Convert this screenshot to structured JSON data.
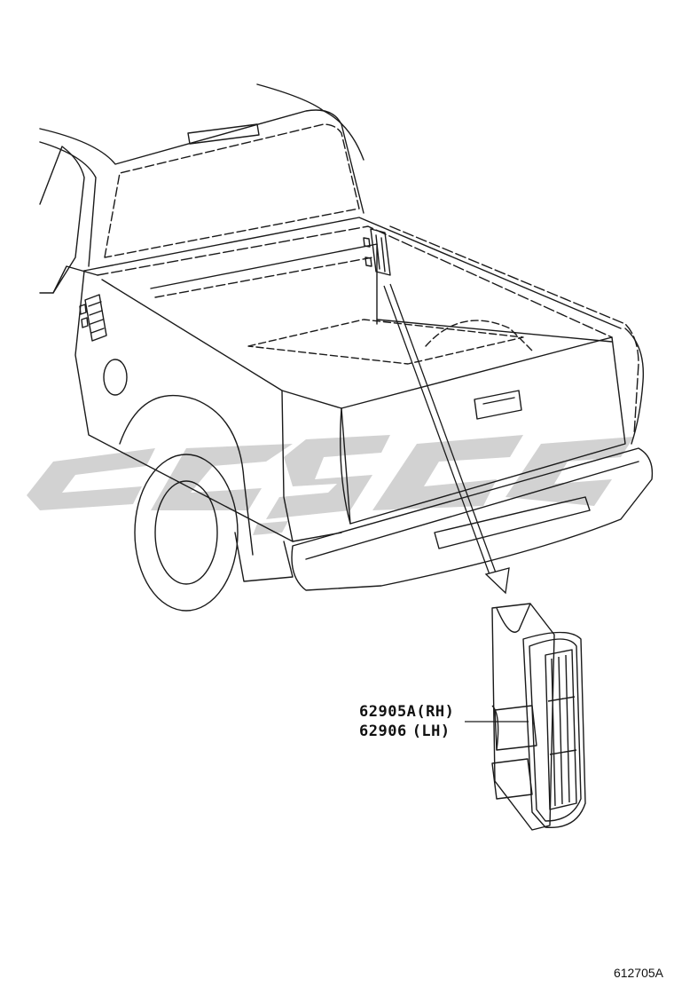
{
  "diagram": {
    "callouts": [
      {
        "part": "62905A",
        "side": "(RH)"
      },
      {
        "part": "62906",
        "side": "(LH)"
      }
    ],
    "illustration_code": "612705A"
  },
  "colors": {
    "line": "#1a1a1a",
    "watermark": "#d0d0d0",
    "background": "#ffffff"
  }
}
